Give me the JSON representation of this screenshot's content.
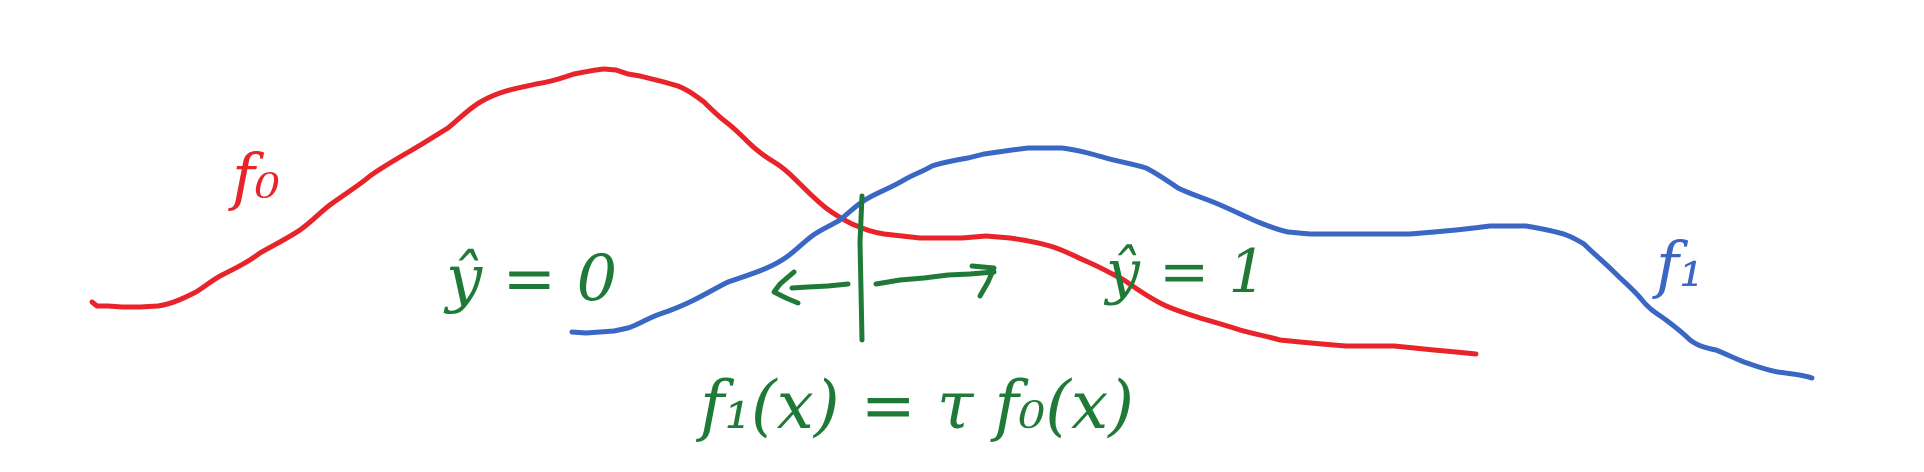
{
  "colors": {
    "f0": "#e8242a",
    "f1": "#3a66c4",
    "annotation": "#1e7a36",
    "background": "#ffffff"
  },
  "labels": {
    "f0": "f₀",
    "f1": "f₁",
    "yhat_zero": "ŷ = 0",
    "yhat_one": "ŷ = 1",
    "threshold_equation": "f₁(x) = τ f₀(x)"
  },
  "icons": {
    "left_arrow": "arrow-left-icon",
    "right_arrow": "arrow-right-icon"
  }
}
